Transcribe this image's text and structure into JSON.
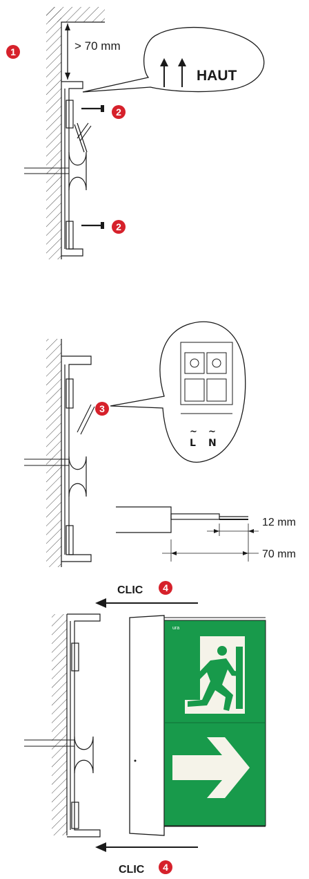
{
  "step1": {
    "badge": "1",
    "distance": "> 70 mm",
    "callout": "HAUT",
    "screw_badge": "2"
  },
  "step3": {
    "badge": "3",
    "terminal_left": "L",
    "terminal_right": "N",
    "strip_length": "12 mm",
    "sheath_length": "70 mm"
  },
  "step4": {
    "clic_top": "CLIC",
    "clic_bottom": "CLIC",
    "badge": "4",
    "brand": "ura"
  },
  "colors": {
    "badge_red": "#d6212b",
    "sign_green": "#189a4b",
    "line": "#1a1a1a"
  }
}
